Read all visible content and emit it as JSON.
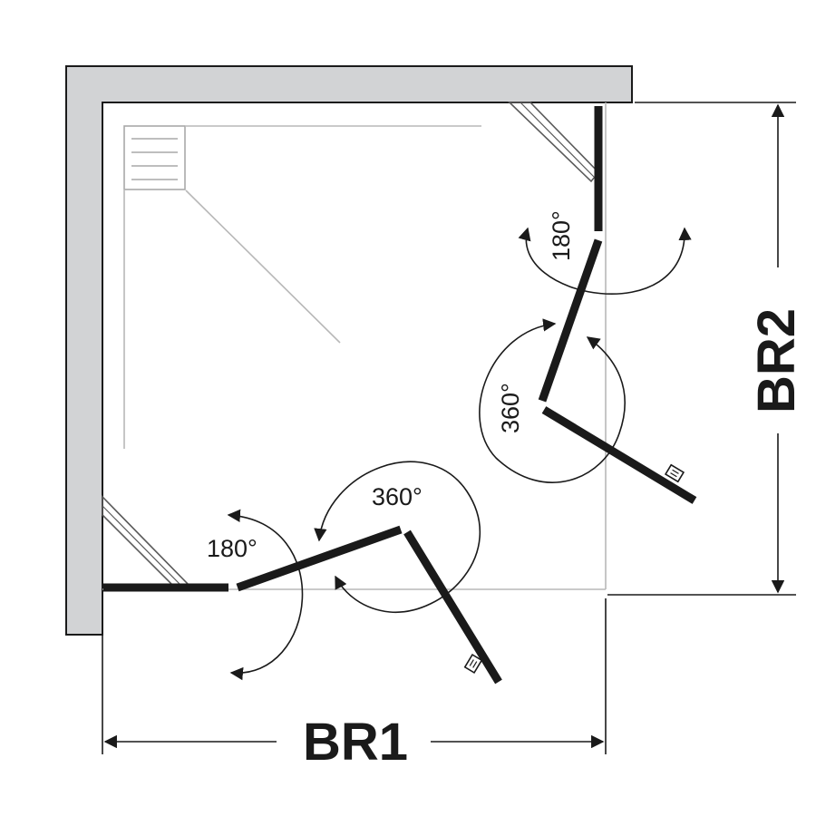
{
  "diagram": {
    "labels": {
      "angle_top_fixed": "180°",
      "angle_right_pivot": "360°",
      "angle_bottom_pivot": "360°",
      "angle_left_fixed": "180°",
      "width": "BR1",
      "depth": "BR2"
    },
    "colors": {
      "wall_fill": "#d2d3d5",
      "ink": "#1a1a1a",
      "tray_line": "#b8b8b8"
    }
  }
}
